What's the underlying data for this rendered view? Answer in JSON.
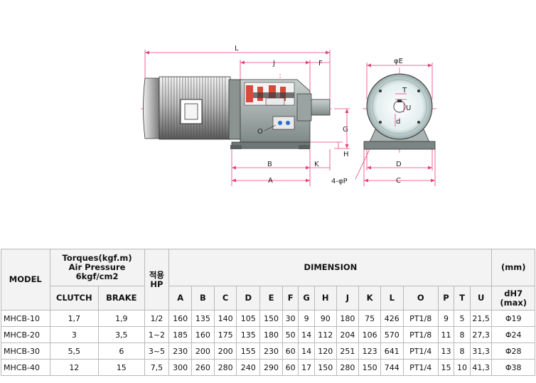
{
  "drawing": {
    "labels": {
      "L": "L",
      "J": "J",
      "F": "F",
      "phiE": "φE",
      "T": "T",
      "U": "U",
      "d": "d",
      "O": "O",
      "G": "G",
      "H": "H",
      "B": "B",
      "K": "K",
      "A": "A",
      "D": "D",
      "C": "C",
      "P": "4-φP"
    }
  },
  "table": {
    "header": {
      "model": "MODEL",
      "torque_line1": "Torques(kgf.m)",
      "torque_line2": "Air Pressure",
      "torque_line3": "6kgf/cm2",
      "clutch": "CLUTCH",
      "brake": "BRAKE",
      "hp_line1": "적용",
      "hp_line2": "HP",
      "dimension": "DIMENSION",
      "unit": "(mm)",
      "dh7_line1": "dH7",
      "dh7_line2": "(max)",
      "dim_cols": [
        "A",
        "B",
        "C",
        "D",
        "E",
        "F",
        "G",
        "H",
        "J",
        "K",
        "L",
        "O",
        "P",
        "T",
        "U"
      ]
    },
    "rows": [
      {
        "model": "MHCB-10",
        "clutch": "1,7",
        "brake": "1,9",
        "hp": "1/2",
        "dims": [
          "160",
          "135",
          "140",
          "105",
          "150",
          "30",
          "9",
          "90",
          "180",
          "75",
          "426",
          "PT1/8",
          "9",
          "5",
          "21,5"
        ],
        "dh7": "Φ19"
      },
      {
        "model": "MHCB-20",
        "clutch": "3",
        "brake": "3,5",
        "hp": "1~2",
        "dims": [
          "185",
          "160",
          "175",
          "135",
          "180",
          "50",
          "14",
          "112",
          "204",
          "106",
          "570",
          "PT1/8",
          "11",
          "8",
          "27,3"
        ],
        "dh7": "Φ24"
      },
      {
        "model": "MHCB-30",
        "clutch": "5,5",
        "brake": "6",
        "hp": "3~5",
        "dims": [
          "230",
          "200",
          "200",
          "155",
          "230",
          "60",
          "14",
          "120",
          "251",
          "123",
          "641",
          "PT1/4",
          "13",
          "8",
          "31,3"
        ],
        "dh7": "Φ28"
      },
      {
        "model": "MHCB-40",
        "clutch": "12",
        "brake": "15",
        "hp": "7,5",
        "dims": [
          "300",
          "260",
          "280",
          "240",
          "290",
          "60",
          "17",
          "150",
          "280",
          "150",
          "744",
          "PT1/4",
          "15",
          "10",
          "41,3"
        ],
        "dh7": "Φ38"
      }
    ]
  }
}
